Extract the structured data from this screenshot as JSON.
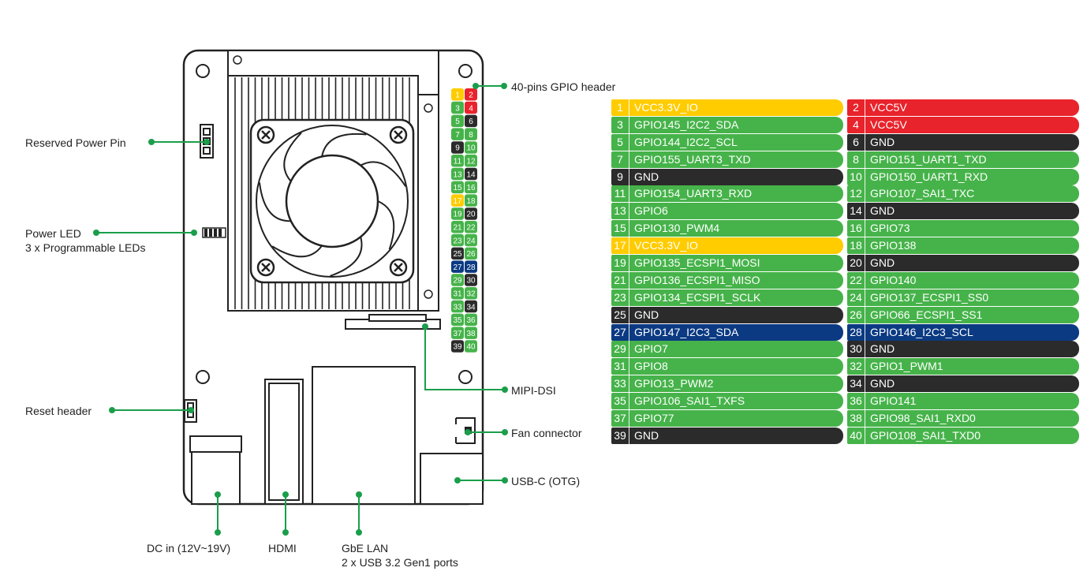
{
  "colors": {
    "yellow": "#ffcc00",
    "red": "#e8232b",
    "green": "#46b34a",
    "black": "#2b2b2b",
    "blue": "#0b3a82",
    "callout_green": "#1a9e4a"
  },
  "callouts": {
    "gpio_header": "40-pins GPIO header",
    "reserved_power": "Reserved Power Pin",
    "power_led_1": "Power LED",
    "power_led_2": "3 x Programmable LEDs",
    "reset_header": "Reset header",
    "mipi_dsi": "MIPI-DSI",
    "fan_connector": "Fan connector",
    "usb_c": "USB-C (OTG)",
    "dc_in": "DC in (12V~19V)",
    "hdmi": "HDMI",
    "gbe_lan_1": "GbE LAN",
    "gbe_lan_2": "2 x USB 3.2 Gen1 ports"
  },
  "pins": [
    {
      "num": "1",
      "label": "VCC3.3V_IO",
      "color": "yellow"
    },
    {
      "num": "2",
      "label": "VCC5V",
      "color": "red"
    },
    {
      "num": "3",
      "label": "GPIO145_I2C2_SDA",
      "color": "green"
    },
    {
      "num": "4",
      "label": "VCC5V",
      "color": "red"
    },
    {
      "num": "5",
      "label": "GPIO144_I2C2_SCL",
      "color": "green"
    },
    {
      "num": "6",
      "label": "GND",
      "color": "black"
    },
    {
      "num": "7",
      "label": "GPIO155_UART3_TXD",
      "color": "green"
    },
    {
      "num": "8",
      "label": "GPIO151_UART1_TXD",
      "color": "green"
    },
    {
      "num": "9",
      "label": "GND",
      "color": "black"
    },
    {
      "num": "10",
      "label": "GPIO150_UART1_RXD",
      "color": "green"
    },
    {
      "num": "11",
      "label": "GPIO154_UART3_RXD",
      "color": "green"
    },
    {
      "num": "12",
      "label": "GPIO107_SAI1_TXC",
      "color": "green"
    },
    {
      "num": "13",
      "label": "GPIO6",
      "color": "green"
    },
    {
      "num": "14",
      "label": "GND",
      "color": "black"
    },
    {
      "num": "15",
      "label": "GPIO130_PWM4",
      "color": "green"
    },
    {
      "num": "16",
      "label": "GPIO73",
      "color": "green"
    },
    {
      "num": "17",
      "label": "VCC3.3V_IO",
      "color": "yellow"
    },
    {
      "num": "18",
      "label": "GPIO138",
      "color": "green"
    },
    {
      "num": "19",
      "label": "GPIO135_ECSPI1_MOSI",
      "color": "green"
    },
    {
      "num": "20",
      "label": "GND",
      "color": "black"
    },
    {
      "num": "21",
      "label": "GPIO136_ECSPI1_MISO",
      "color": "green"
    },
    {
      "num": "22",
      "label": "GPIO140",
      "color": "green"
    },
    {
      "num": "23",
      "label": "GPIO134_ECSPI1_SCLK",
      "color": "green"
    },
    {
      "num": "24",
      "label": "GPIO137_ECSPI1_SS0",
      "color": "green"
    },
    {
      "num": "25",
      "label": "GND",
      "color": "black"
    },
    {
      "num": "26",
      "label": "GPIO66_ECSPI1_SS1",
      "color": "green"
    },
    {
      "num": "27",
      "label": "GPIO147_I2C3_SDA",
      "color": "blue"
    },
    {
      "num": "28",
      "label": "GPIO146_I2C3_SCL",
      "color": "blue"
    },
    {
      "num": "29",
      "label": "GPIO7",
      "color": "green"
    },
    {
      "num": "30",
      "label": "GND",
      "color": "black"
    },
    {
      "num": "31",
      "label": "GPIO8",
      "color": "green"
    },
    {
      "num": "32",
      "label": "GPIO1_PWM1",
      "color": "green"
    },
    {
      "num": "33",
      "label": "GPIO13_PWM2",
      "color": "green"
    },
    {
      "num": "34",
      "label": "GND",
      "color": "black"
    },
    {
      "num": "35",
      "label": "GPIO106_SAI1_TXFS",
      "color": "green"
    },
    {
      "num": "36",
      "label": "GPIO141",
      "color": "green"
    },
    {
      "num": "37",
      "label": "GPIO77",
      "color": "green"
    },
    {
      "num": "38",
      "label": "GPIO98_SAI1_RXD0",
      "color": "green"
    },
    {
      "num": "39",
      "label": "GND",
      "color": "black"
    },
    {
      "num": "40",
      "label": "GPIO108_SAI1_TXD0",
      "color": "green"
    }
  ]
}
